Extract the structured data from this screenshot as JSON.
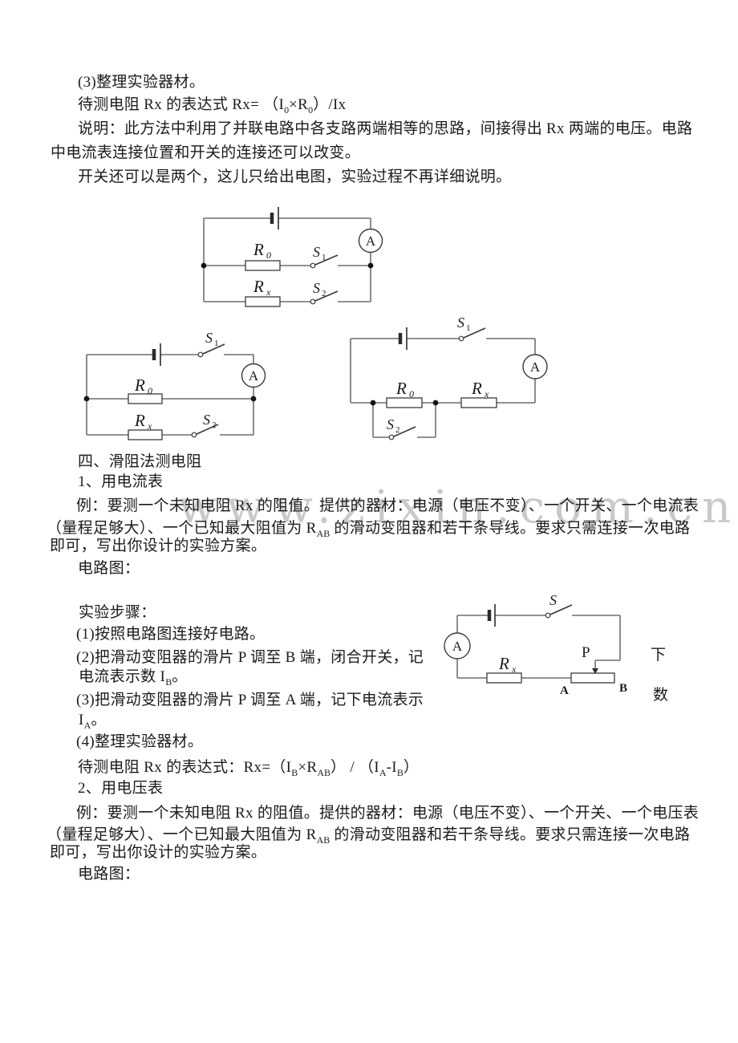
{
  "watermark": {
    "text": "www.zixin.com.cn",
    "color": "#c9c9c9"
  },
  "document": {
    "intro": {
      "line1": "(3)整理实验器材。",
      "formula": {
        "p1": "待测电阻 Rx 的表达式 Rx= （I",
        "s1": "0",
        "p2": "×R",
        "s2": "0",
        "p3": "）/Ix"
      },
      "line3": "说明：此方法中利用了并联电路中各支路两端相等的思路，间接得出 Rx 两端的电压。电路",
      "line4": "中电流表连接位置和开关的连接还可以改变。",
      "line5": "开关还可以是两个，这儿只给出电图，实验过程不再详细说明。"
    },
    "section4": {
      "heading": "四、滑阻法测电阻",
      "sub1": "1、用电流表",
      "ex_line1": "例：要测一个未知电阻 Rx 的阻值。提供的器材：电源（电压不变）、一个开关、一个电流表",
      "ex_line2": {
        "p1": "（量程足够大）、一个已知最大阻值为 R",
        "s1": "AB",
        "p2": " 的滑动变阻器和若干条导线。要求只需连接一次电路"
      },
      "ex_line3": "即可，写出你设计的实验方案。",
      "circuit_label": "电路图："
    },
    "steps": {
      "title": "实验步骤：",
      "s1": "(1)按照电路图连接好电路。",
      "s2a": "(2)把滑动变阻器的滑片 P 调至 B 端，闭合开关，记",
      "s2_wrap": "下",
      "s2b": {
        "p1": "电流表示数 I",
        "s1": "B",
        "p2": "。"
      },
      "s3a": "(3)把滑动变阻器的滑片 P 调至 A 端，记下电流表示",
      "s3_wrap": "数",
      "s3b": {
        "p1": "I",
        "s1": "A",
        "p2": "。"
      },
      "s4": "(4)整理实验器材。",
      "formula": {
        "p1": "待测电阻 Rx 的表达式：Rx=（I",
        "s1": "B",
        "p2": "×R",
        "s2": "AB",
        "p3": "） / （I",
        "s3": "A",
        "p4": "-I",
        "s4": "B",
        "p5": "）"
      }
    },
    "section_voltmeter": {
      "heading": "2、用电压表",
      "ex_line1": "例：要测一个未知电阻 Rx 的阻值。提供的器材：电源（电压不变）、一个开关、一个电压表",
      "ex_line2": {
        "p1": "（量程足够大）、一个已知最大阻值为 R",
        "s1": "AB",
        "p2": " 的滑动变阻器和若干条导线。要求只需连接一次电路"
      },
      "ex_line3": "即可，写出你设计的实验方案。",
      "circuit_label": "电路图："
    }
  },
  "circuits": {
    "c1": {
      "ammeter": "A",
      "r0": {
        "base": "R",
        "sub": "0"
      },
      "rx": {
        "base": "R",
        "sub": "x"
      },
      "s1": {
        "base": "S",
        "sub": "1"
      },
      "s2": {
        "base": "S",
        "sub": "2"
      }
    },
    "c2": {
      "ammeter": "A",
      "r0": {
        "base": "R",
        "sub": "0"
      },
      "rx": {
        "base": "R",
        "sub": "x"
      },
      "s1": {
        "base": "S",
        "sub": "1"
      },
      "s2": {
        "base": "S",
        "sub": "2"
      }
    },
    "c3": {
      "ammeter": "A",
      "r0": {
        "base": "R",
        "sub": "0"
      },
      "rx": {
        "base": "R",
        "sub": "x"
      },
      "s1": {
        "base": "S",
        "sub": "1"
      },
      "s2": {
        "base": "S",
        "sub": "2"
      }
    },
    "c4": {
      "ammeter": "A",
      "switch": "S",
      "slider": "P",
      "rx": {
        "base": "R",
        "sub": "x"
      },
      "end_a": "A",
      "end_b": "B"
    }
  }
}
